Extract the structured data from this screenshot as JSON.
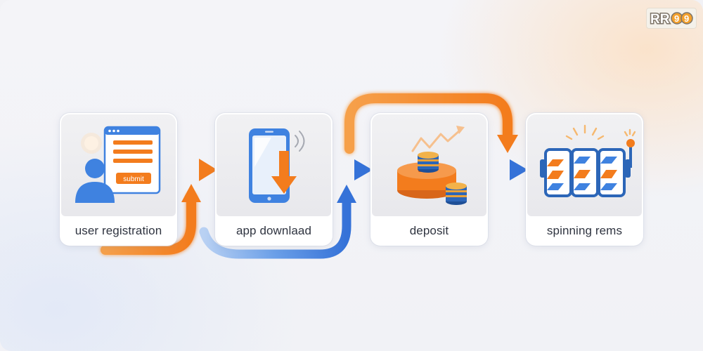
{
  "logo": {
    "text": "RR99"
  },
  "steps": [
    {
      "label": "user registration",
      "icon": "user-registration-icon",
      "form_button": "submit"
    },
    {
      "label": "app downlaad",
      "icon": "phone-download-icon"
    },
    {
      "label": "deposit",
      "icon": "coin-deposit-icon"
    },
    {
      "label": "spinning rems",
      "icon": "slot-machine-icon"
    }
  ],
  "colors": {
    "orange": "#f58a2a",
    "blue": "#3f82e0",
    "card_bg": "#ffffff",
    "label_text": "#2f3440"
  }
}
